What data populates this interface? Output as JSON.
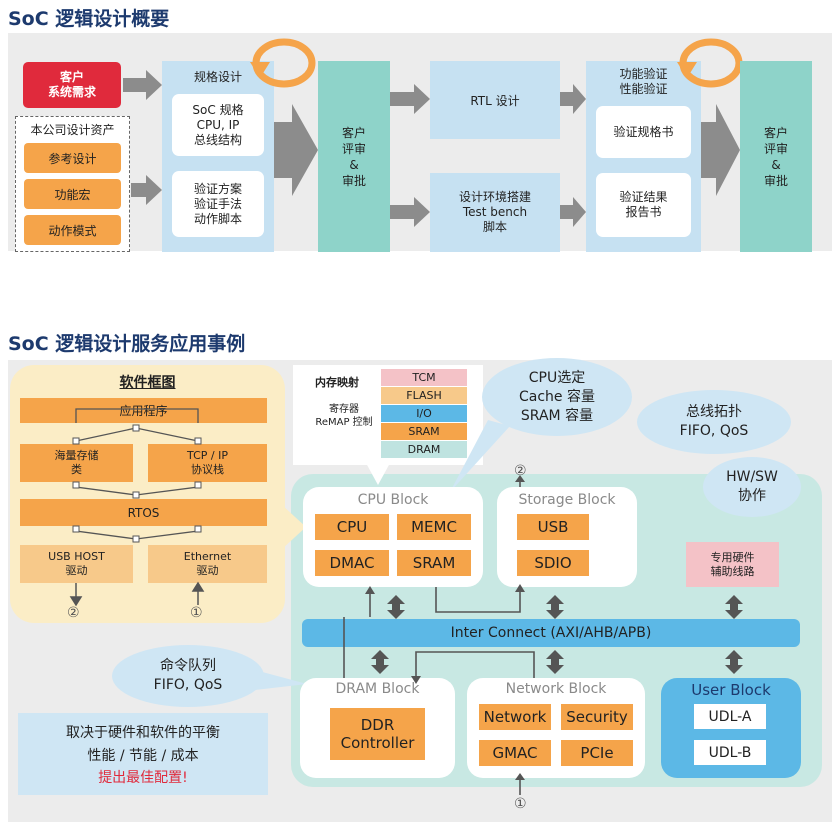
{
  "top": {
    "title": "SoC 逻辑设计概要",
    "customer_req": "客户\n系统需求",
    "assets_title": "本公司设计资产",
    "assets": [
      "参考设计",
      "功能宏",
      "动作模式"
    ],
    "spec_design": "规格设计",
    "spec_box1": "SoC 规格\nCPU, IP\n总线结构",
    "spec_box2": "验证方案\n验证手法\n动作脚本",
    "review": "客户\n评审\n&\n审批",
    "rtl": "RTL 设计",
    "env": "设计环境搭建\nTest bench\n脚本",
    "verify_title": "功能验证\n性能验证",
    "verify_box1": "验证规格书",
    "verify_box2": "验证结果\n报告书",
    "review2": "客户\n评审\n&\n审批"
  },
  "bottom": {
    "title": "SoC 逻辑设计服务应用事例",
    "software": {
      "title": "软件框图",
      "app": "应用程序",
      "storage": "海量存储\n类",
      "tcpip": "TCP / IP\n协议栈",
      "rtos": "RTOS",
      "usb": "USB HOST\n驱动",
      "eth": "Ethernet\n驱动",
      "mark2": "②",
      "mark1": "①"
    },
    "memmap": {
      "label1": "内存映射",
      "label2": "寄存器\nReMAP 控制",
      "rows": [
        "TCM",
        "FLASH",
        "I/O",
        "SRAM",
        "DRAM"
      ],
      "colors": [
        "#f4c2c7",
        "#f7c98a",
        "#5cb8e6",
        "#f5a44a",
        "#bfe3e0"
      ]
    },
    "bubbles": {
      "cpu": "CPU选定\nCache 容量\nSRAM 容量",
      "bus": "总线拓扑\nFIFO, QoS",
      "hwsw": "HW/SW\n协作",
      "cmd": "命令队列\nFIFO, QoS"
    },
    "cpu_block": {
      "title": "CPU Block",
      "items": [
        "CPU",
        "MEMC",
        "DMAC",
        "SRAM"
      ]
    },
    "storage_block": {
      "title": "Storage Block",
      "items": [
        "USB",
        "SDIO"
      ],
      "mark": "②"
    },
    "hw_helper": "专用硬件\n辅助线路",
    "interconnect": "Inter Connect (AXI/AHB/APB)",
    "dram_block": {
      "title": "DRAM Block",
      "item": "DDR\nController"
    },
    "network_block": {
      "title": "Network Block",
      "items": [
        "Network",
        "Security",
        "GMAC",
        "PCIe"
      ],
      "mark": "①"
    },
    "user_block": {
      "title": "User Block",
      "items": [
        "UDL-A",
        "UDL-B"
      ]
    },
    "balance": {
      "line1": "取决于硬件和软件的平衡",
      "line2": "性能 / 节能 / 成本",
      "line3": "提出最佳配置!"
    }
  }
}
